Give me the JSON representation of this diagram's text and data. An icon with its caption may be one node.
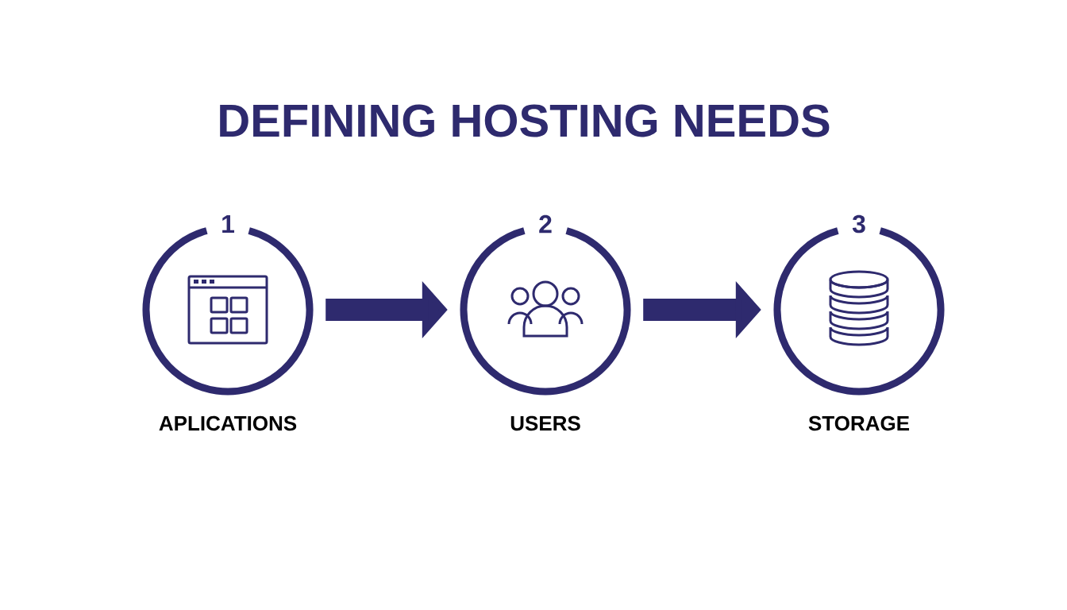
{
  "diagram": {
    "title": "DEFINING HOSTING NEEDS",
    "nodes": [
      {
        "text": [
          "1"
        ],
        "beside": [
          "APLICATIONS"
        ]
      },
      {
        "text": [
          "2"
        ],
        "beside": [
          "USERS"
        ]
      },
      {
        "text": [
          "3"
        ],
        "beside": [
          "STORAGE"
        ]
      }
    ],
    "edges": [
      {
        "from": 0,
        "to": 1,
        "arrow": "to"
      },
      {
        "from": 1,
        "to": 2,
        "arrow": "to"
      }
    ]
  }
}
